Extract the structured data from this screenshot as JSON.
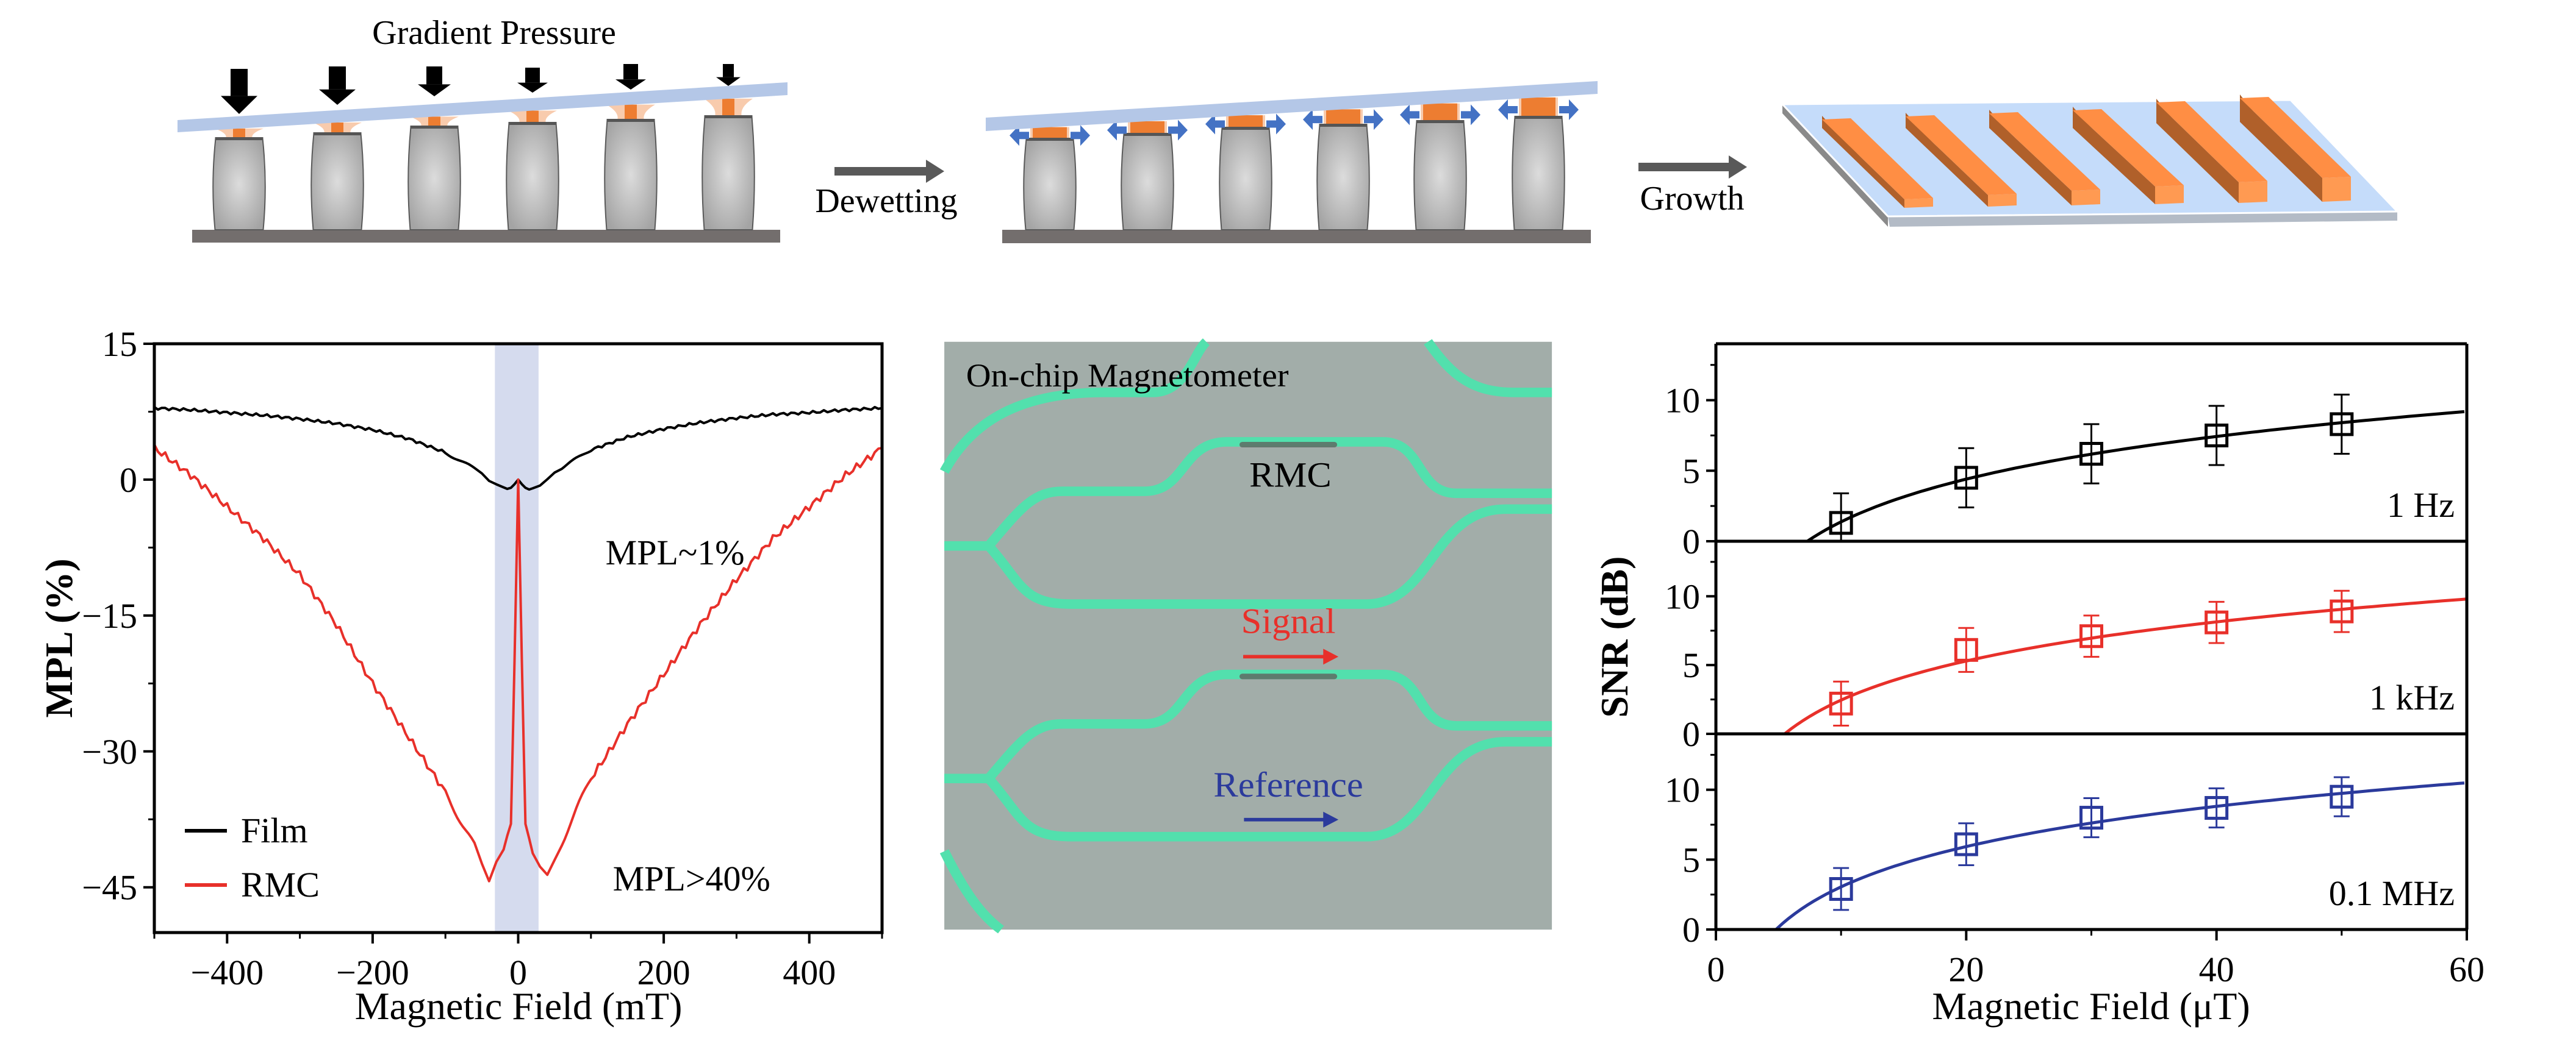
{
  "schematic": {
    "title": "Gradient Pressure",
    "step1_label": "Dewetting",
    "step2_label": "Growth",
    "colors": {
      "plate": "#b4c7e7",
      "orange": "#ed7d31",
      "pale": "#f8cbad",
      "arrow_blue": "#4472c4",
      "base": "#736e6d",
      "platform": "#c5dcfa"
    }
  },
  "micrograph": {
    "title": "On-chip Magnetometer",
    "rmc_label": "RMC",
    "signal_label": "Signal",
    "reference_label": "Reference",
    "colors": {
      "background": "#a2ada9",
      "waveguide": "#52e0ad",
      "signal": "#e8302a",
      "reference": "#2b3a9c"
    }
  },
  "chart_data": [
    {
      "type": "line",
      "title": "",
      "xlabel": "Magnetic Field (mT)",
      "ylabel": "MPL (%)",
      "xlim": [
        -500,
        500
      ],
      "ylim": [
        -50,
        15
      ],
      "xticks": [
        -400,
        -200,
        0,
        200,
        400
      ],
      "yticks": [
        15,
        0,
        -15,
        -30,
        -45
      ],
      "highlight_band": [
        -32,
        28
      ],
      "legend": {
        "placement": "bottom-left",
        "entries": [
          "Film",
          "RMC"
        ]
      },
      "x": [
        -500,
        -450,
        -400,
        -350,
        -300,
        -250,
        -200,
        -150,
        -100,
        -60,
        -40,
        -20,
        -10,
        -5,
        0,
        5,
        10,
        20,
        40,
        60,
        100,
        150,
        200,
        250,
        300,
        350,
        400,
        450,
        500
      ],
      "series": [
        {
          "name": "Film",
          "color": "#000000",
          "values": [
            7.9,
            7.7,
            7.4,
            7.1,
            6.7,
            6.2,
            5.5,
            4.5,
            3.0,
            1.2,
            0.0,
            -1.0,
            -0.9,
            -0.5,
            0,
            -0.5,
            -0.9,
            -1.0,
            0.0,
            1.3,
            3.3,
            4.7,
            5.6,
            6.3,
            6.8,
            7.2,
            7.4,
            7.7,
            7.9
          ]
        },
        {
          "name": "RMC",
          "color": "#e8302a",
          "values": [
            3.5,
            0.5,
            -3,
            -6.5,
            -10.5,
            -16,
            -22.5,
            -28.5,
            -34.5,
            -40.5,
            -44,
            -41,
            -38,
            -20,
            0,
            -20,
            -38,
            -41,
            -44,
            -40,
            -33,
            -27,
            -21.5,
            -16,
            -11,
            -6.5,
            -3,
            0.5,
            3.5
          ]
        }
      ],
      "annotations": [
        {
          "text": "MPL~1%",
          "x": 120,
          "y": -8,
          "color": "#000000"
        },
        {
          "text": "MPL>40%",
          "x": 130,
          "y": -44,
          "color": "#e8302a"
        }
      ]
    },
    {
      "type": "scatter",
      "title": "",
      "xlabel": "Magnetic Field (μT)",
      "ylabel": "SNR (dB)",
      "xlim": [
        0,
        60
      ],
      "ylim": [
        0,
        14
      ],
      "xticks": [
        0,
        20,
        40,
        60
      ],
      "yticks": [
        0,
        5,
        10
      ],
      "panels": [
        {
          "name": "1 Hz",
          "color": "#000000",
          "x": [
            10,
            20,
            30,
            40,
            50
          ],
          "y": [
            1.3,
            4.5,
            6.2,
            7.5,
            8.3
          ],
          "error": [
            2.1,
            2.1,
            2.1,
            2.1,
            2.1
          ],
          "fit_zero": 7.3,
          "fit_at_60": 9.2
        },
        {
          "name": "1 kHz",
          "color": "#e8302a",
          "x": [
            10,
            20,
            30,
            40,
            50
          ],
          "y": [
            2.2,
            6.1,
            7.1,
            8.1,
            8.9
          ],
          "error": [
            1.6,
            1.6,
            1.5,
            1.5,
            1.5
          ],
          "fit_zero": 5.5,
          "fit_at_60": 9.8
        },
        {
          "name": "0.1 MHz",
          "color": "#2b3a9c",
          "x": [
            10,
            20,
            30,
            40,
            50
          ],
          "y": [
            2.9,
            6.1,
            8.0,
            8.7,
            9.5
          ],
          "error": [
            1.5,
            1.5,
            1.4,
            1.4,
            1.4
          ],
          "fit_zero": 4.8,
          "fit_at_60": 10.5
        }
      ]
    }
  ]
}
